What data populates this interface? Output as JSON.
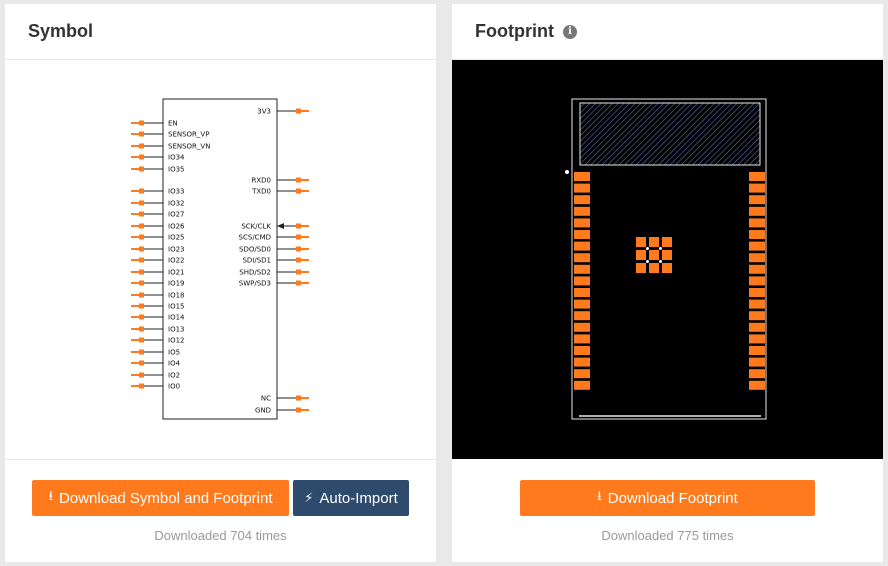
{
  "symbol_card": {
    "title": "Symbol",
    "download_button": "Download Symbol and Footprint",
    "autoimport_button": "Auto-Import",
    "download_count": "Downloaded 704 times",
    "left_pins": [
      "EN",
      "SENSOR_VP",
      "SENSOR_VN",
      "IO34",
      "IO35",
      "IO33",
      "IO32",
      "IO27",
      "IO26",
      "IO25",
      "IO23",
      "IO22",
      "IO21",
      "IO19",
      "IO18",
      "IO15",
      "IO14",
      "IO13",
      "IO12",
      "IO5",
      "IO4",
      "IO2",
      "IO0"
    ],
    "right_pins_top": [
      "3V3"
    ],
    "right_pins_mid": [
      "RXD0",
      "TXD0"
    ],
    "right_pins_flash": [
      "SCK/CLK",
      "SCS/CMD",
      "SDO/SD0",
      "SDI/SD1",
      "SHD/SD2",
      "SWP/SD3"
    ],
    "right_pins_bottom": [
      "NC",
      "GND"
    ]
  },
  "footprint_card": {
    "title": "Footprint",
    "download_button": "Download Footprint",
    "download_count": "Downloaded 775 times"
  },
  "colors": {
    "accent_orange": "#ff7a1c",
    "navy": "#2e4a6d",
    "pad_orange": "#ff7a1c"
  },
  "icons": [
    "info-icon",
    "download-icon",
    "bolt-icon"
  ]
}
